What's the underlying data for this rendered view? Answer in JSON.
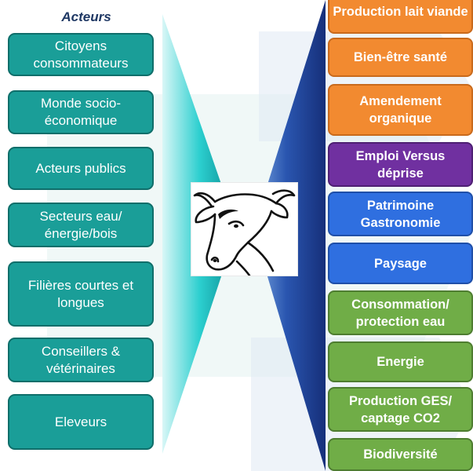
{
  "actors_title": "Acteurs",
  "actors": [
    "Citoyens consommateurs",
    "Monde socio-économique",
    "Acteurs publics",
    "Secteurs eau/ énergie/bois",
    "Filières courtes et longues",
    "Conseillers & vétérinaires",
    "Eleveurs"
  ],
  "benefits": [
    "Production lait viande",
    "Bien-être santé",
    "Amendement organique",
    "Emploi Versus déprise",
    "Patrimoine Gastronomie",
    "Paysage",
    "Consommation/ protection eau",
    "Energie",
    "Production GES/ captage CO2",
    "Biodiversité"
  ],
  "colors": {
    "actor_box": "#1a9e98",
    "orange": "#f28a30",
    "purple": "#7030a0",
    "blue": "#2f6fe0",
    "green": "#70ad47",
    "left_funnel": "#27c9c9",
    "right_funnel": "#1f3b8f",
    "title": "#1f3864"
  },
  "center_image": "cow-head-icon"
}
